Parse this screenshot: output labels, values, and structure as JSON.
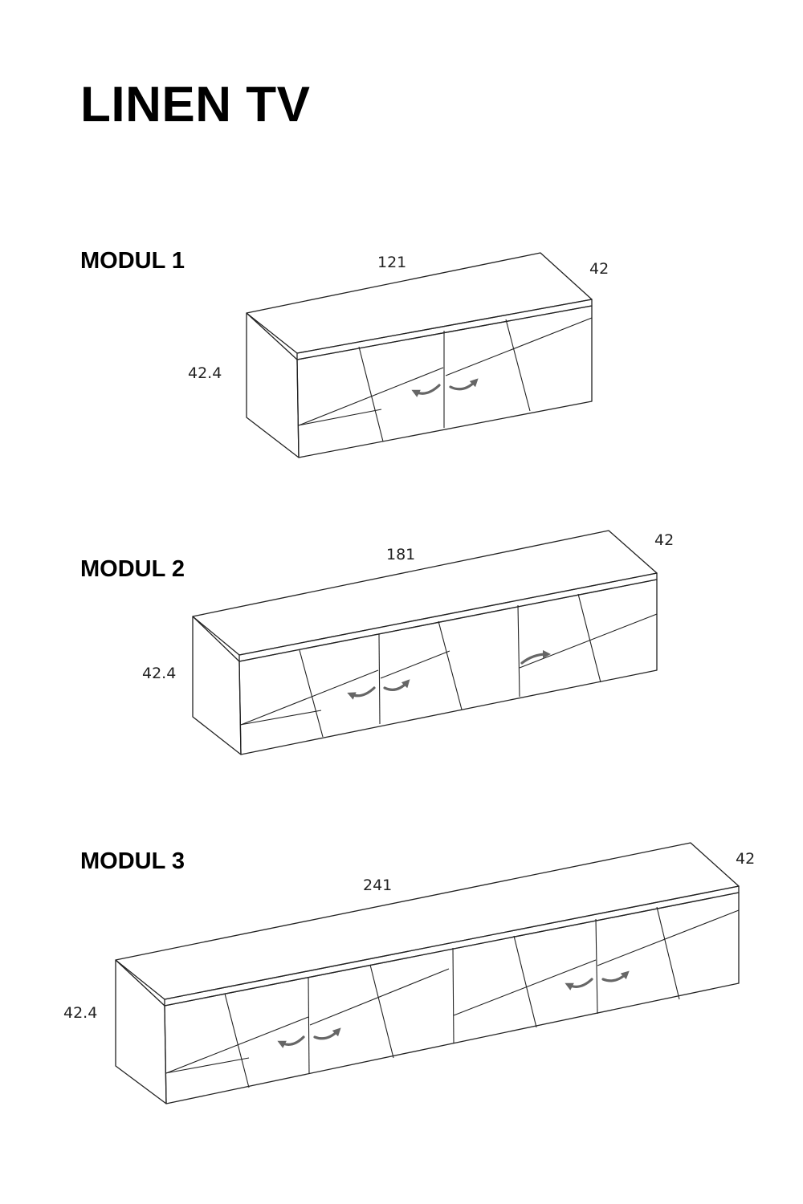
{
  "title": "LINEN TV",
  "modules": [
    {
      "label": "MODUL 1",
      "width": "121",
      "depth": "42",
      "height": "42.4"
    },
    {
      "label": "MODUL 2",
      "width": "181",
      "depth": "42",
      "height": "42.4"
    },
    {
      "label": "MODUL 3",
      "width": "241",
      "depth": "42",
      "height": "42.4"
    }
  ]
}
